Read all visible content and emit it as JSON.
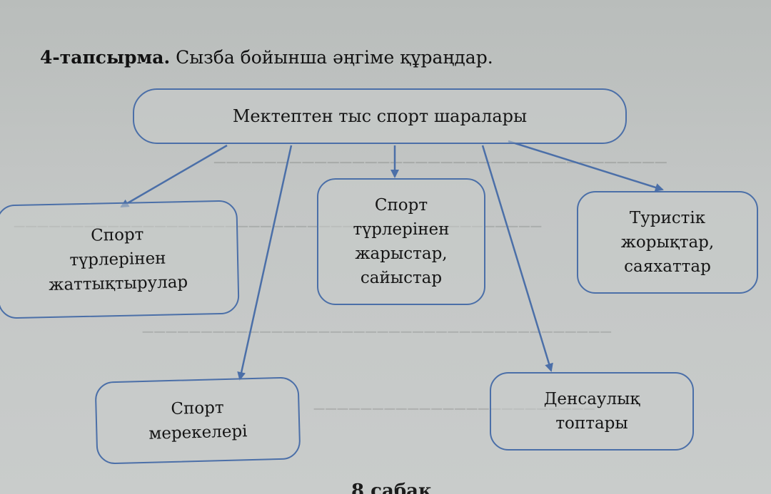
{
  "task": {
    "number": "4-тапсырма.",
    "instruction": "Сызба бойынша әңгіме құраңдар."
  },
  "diagram": {
    "central": "Мектептен тыс спорт шаралары",
    "branches": [
      [
        "Спорт",
        "түрлерінен",
        "жаттықтырулар"
      ],
      [
        "Спорт",
        "түрлерінен",
        "жарыстар,",
        "сайыстар"
      ],
      [
        "Туристік",
        "жорықтар,",
        "саяхаттар"
      ],
      [
        "Спорт",
        "мерекелері"
      ],
      [
        "Денсаулық",
        "топтары"
      ]
    ]
  },
  "footer": {
    "heading_partial": "8 сабақ"
  },
  "colors": {
    "box_border": "#4b6fa8",
    "arrow": "#4b6fa8",
    "paper": "#c3c6c5"
  }
}
